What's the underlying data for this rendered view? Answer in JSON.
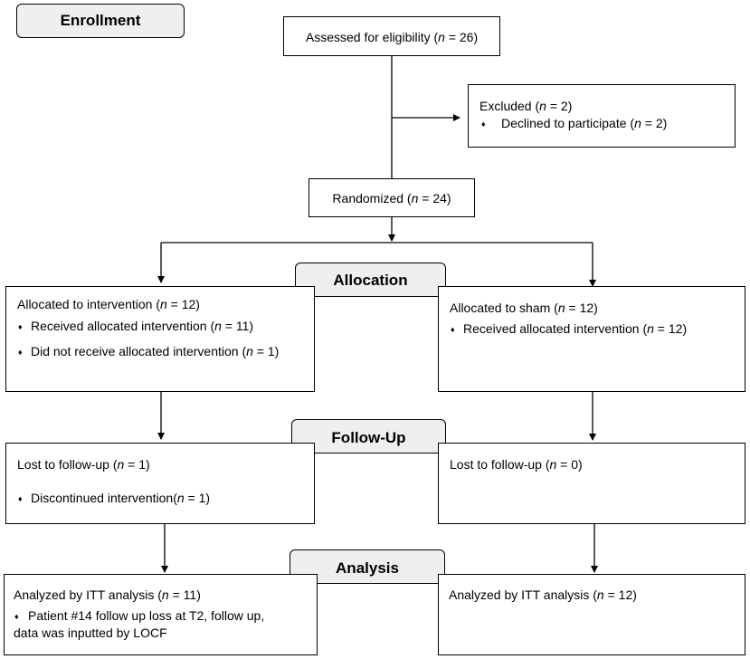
{
  "stages": {
    "enrollment": "Enrollment",
    "allocation": "Allocation",
    "followup": "Follow-Up",
    "analysis": "Analysis"
  },
  "bullet_glyph": "♦",
  "n_symbol": "n",
  "assessed": {
    "pre": "Assessed for eligibility (",
    "post": " = 26)"
  },
  "excluded": {
    "title": {
      "pre": "Excluded (",
      "post": " = 2)"
    },
    "bullet": {
      "pre": "Declined to participate (",
      "post": " = 2)"
    }
  },
  "randomized": {
    "pre": "Randomized (",
    "post": " = 24)"
  },
  "alloc_left": {
    "title": {
      "pre": "Allocated to intervention (",
      "post": " = 12)"
    },
    "b1": {
      "pre": "Received allocated intervention (",
      "post": " = 11)"
    },
    "b2": {
      "pre": "Did not receive allocated intervention (",
      "post": " = 1)"
    }
  },
  "alloc_right": {
    "title": {
      "pre": "Allocated to sham (",
      "post": " = 12)"
    },
    "b1": {
      "pre": "Received allocated intervention (",
      "post": " = 12)"
    }
  },
  "follow_left": {
    "title": {
      "pre": "Lost to follow-up (",
      "post": " = 1)"
    },
    "b1": {
      "pre": "Discontinued intervention(",
      "post": " = 1)"
    }
  },
  "follow_right": {
    "title": {
      "pre": "Lost to follow-up (",
      "post": " = 0)"
    }
  },
  "analysis_left": {
    "title": {
      "pre": "Analyzed by ITT analysis (",
      "post": " = 11)"
    },
    "b1_line1": "Patient #14 follow up loss at T2, follow up,",
    "b1_line2": "data was inputted by LOCF"
  },
  "analysis_right": {
    "title": {
      "pre": "Analyzed by ITT analysis (",
      "post": " = 12)"
    }
  }
}
